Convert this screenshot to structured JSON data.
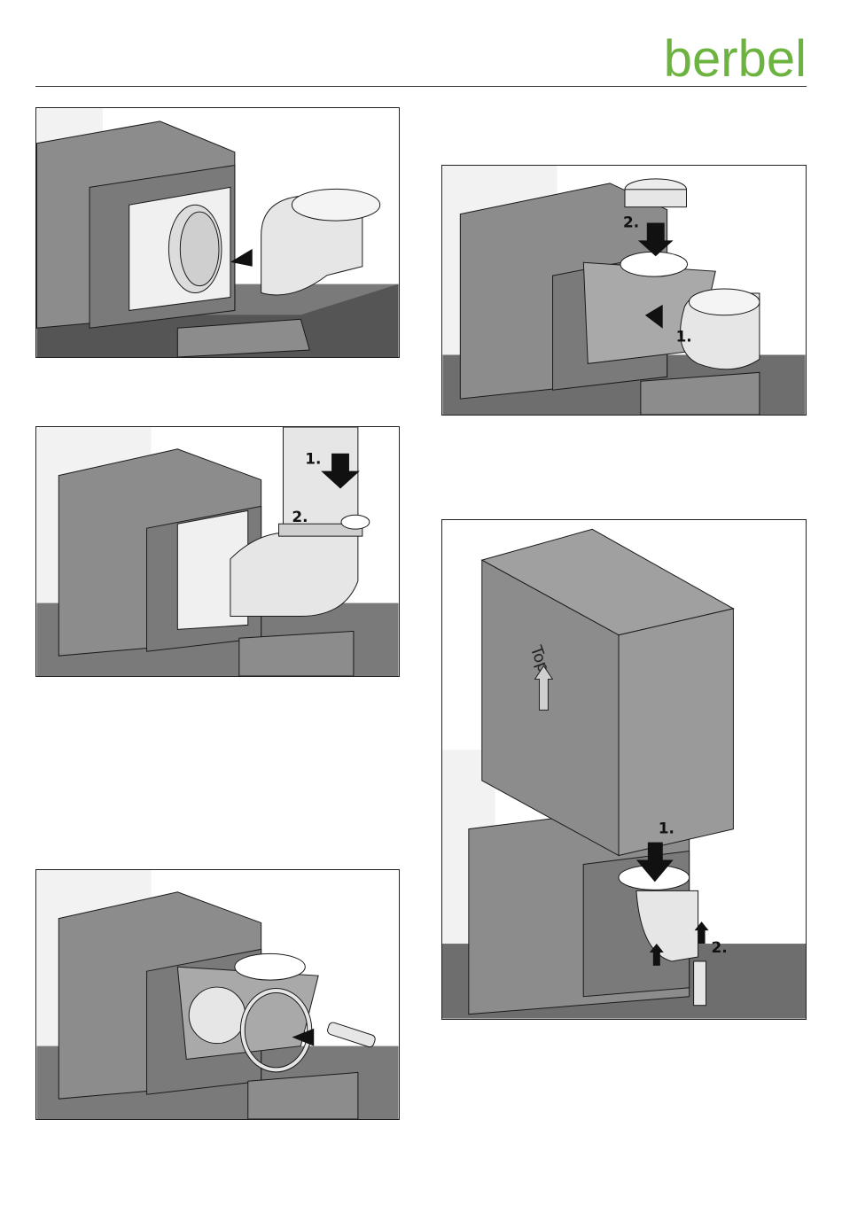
{
  "brand": {
    "logo": "berbel",
    "color": "#6cb33f"
  },
  "figures": [
    {
      "id": "fig-a",
      "labels": []
    },
    {
      "id": "fig-b",
      "labels": [
        "2.",
        "1."
      ]
    },
    {
      "id": "fig-c",
      "labels": [
        "1.",
        "2."
      ]
    },
    {
      "id": "fig-d",
      "labels": [
        "Top",
        "1.",
        "2."
      ]
    },
    {
      "id": "fig-e",
      "labels": []
    }
  ],
  "colors": {
    "housing": "#8c8c8c",
    "housing_dark": "#6e6e6e",
    "duct": "#e6e6e6",
    "outline": "#1a1a1a"
  }
}
